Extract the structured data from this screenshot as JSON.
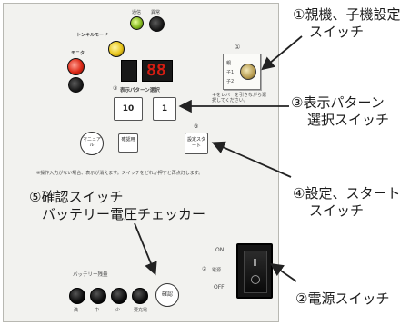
{
  "panel": {
    "top_lamps": [
      {
        "label": "通信",
        "color": "green"
      },
      {
        "label": "異常",
        "color": "dark"
      }
    ],
    "tonkiru_mode_label": "トンキルモード",
    "monitor_label": "モニタ",
    "display_digits": [
      "",
      "88"
    ],
    "switch1_marker": "①",
    "switch1_positions": [
      "親",
      "子1",
      "子2"
    ],
    "switch1_note": "キをレバーを引きながら選択してください。",
    "pattern_marker": "③",
    "pattern_label": "表示パターン選択",
    "pattern_buttons": [
      "10",
      "1"
    ],
    "confirm_button_label": "マニュアル",
    "confirm_caption": "確認用",
    "start_marker": "③",
    "start_button_label": "設定スタート",
    "start_small_label": "設定/スタート",
    "warning_text": "※操作入力がない場合、表示が消えます。スイッチをどれか押すと再点灯します。",
    "power_on_label": "ON",
    "power_off_label": "OFF",
    "power_marker": "②",
    "power_label": "電源",
    "battery_label": "バッテリー残量",
    "battery_levels": [
      "満",
      "中",
      "少",
      "要充電"
    ],
    "battery_check_label": "確認"
  },
  "callouts": {
    "c1_line1": "①親機、子機設定",
    "c1_line2": "スイッチ",
    "c3_line1": "③表示パターン",
    "c3_line2": "選択スイッチ",
    "c4_line1": "④設定、スタート",
    "c4_line2": "スイッチ",
    "c5_line1": "⑤確認スイッチ",
    "c5_line2": "バッテリー電圧チェッカー",
    "c2_line1": "②電源スイッチ"
  }
}
